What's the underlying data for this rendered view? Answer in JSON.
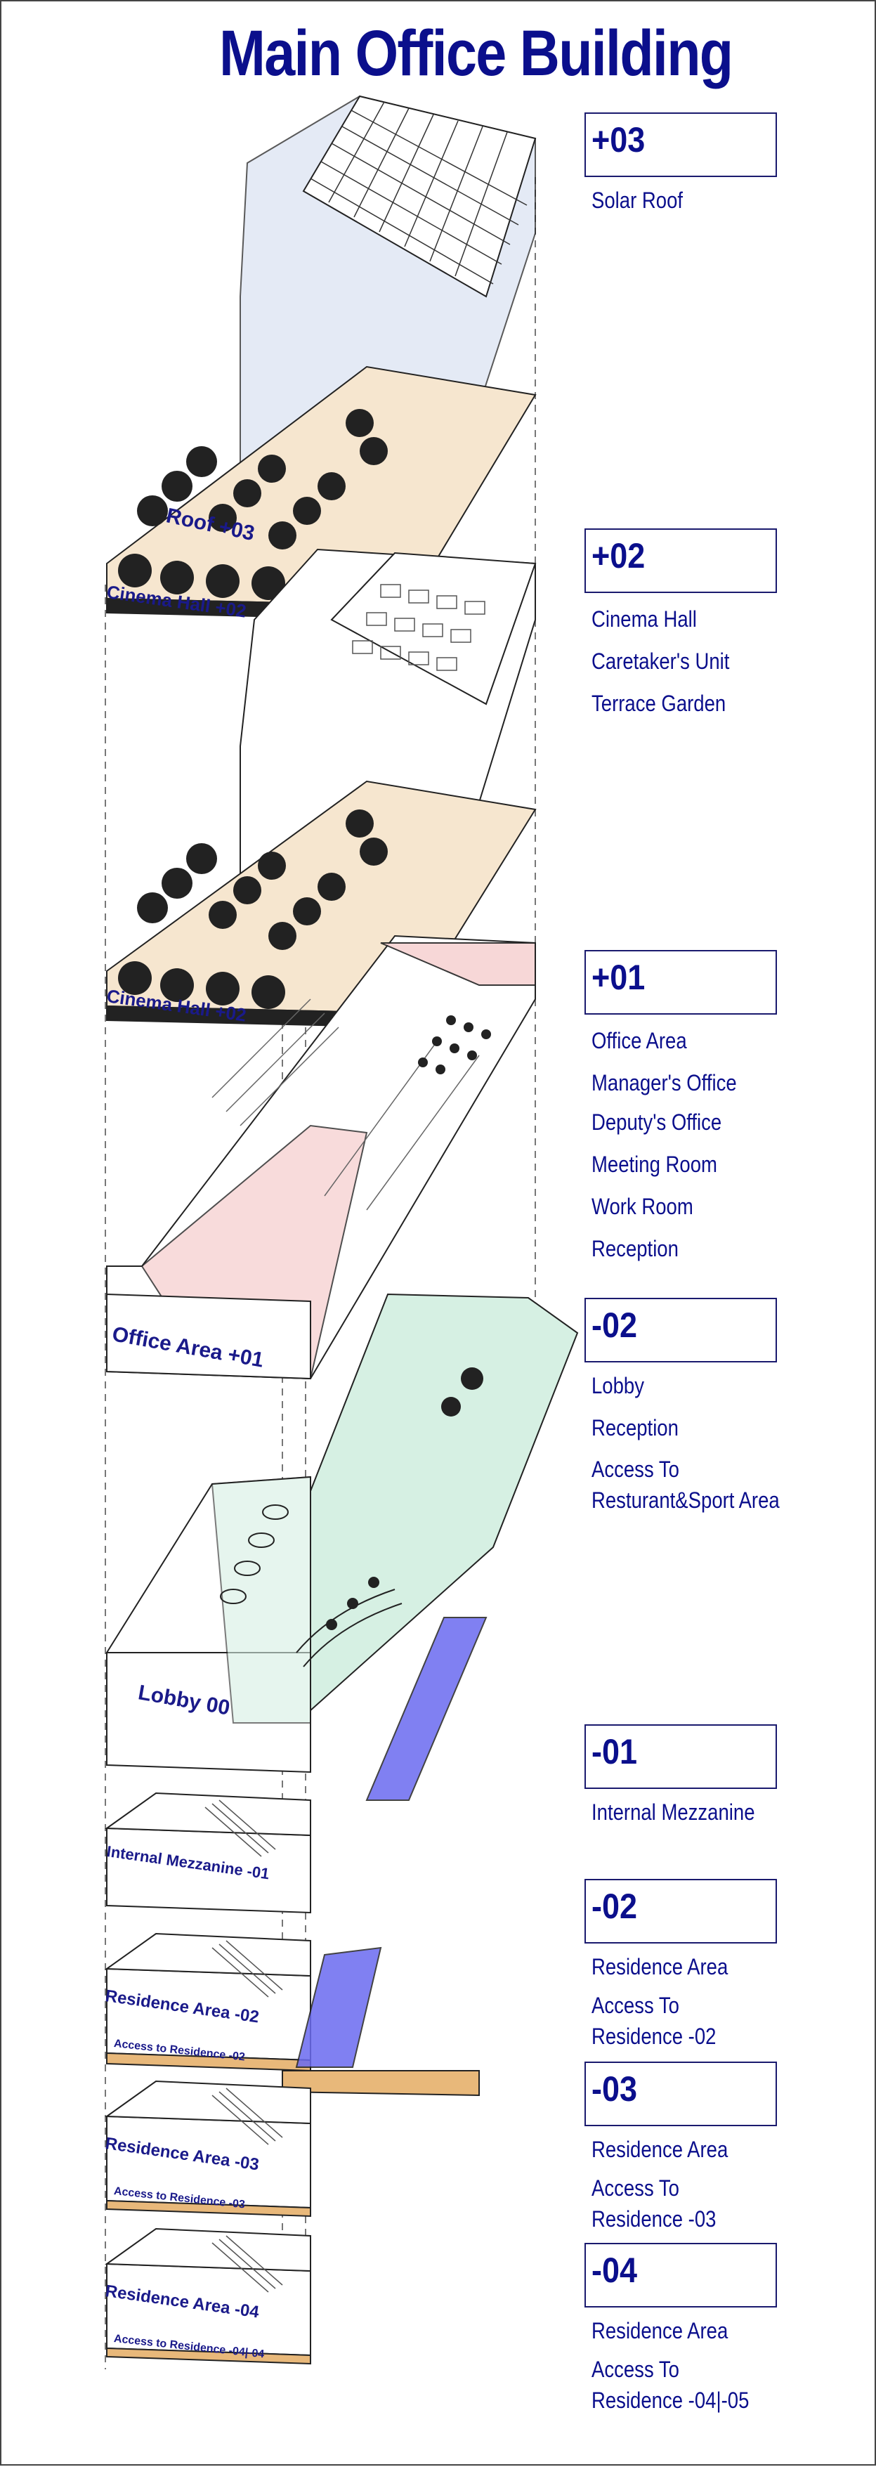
{
  "title": "Main Office Building",
  "levels": [
    {
      "code": "+03",
      "items": [
        "Solar Roof"
      ]
    },
    {
      "code": "+02",
      "items": [
        "Cinema Hall",
        "Caretaker's Unit",
        "Terrace Garden"
      ]
    },
    {
      "code": "+01",
      "items": [
        "Office Area",
        "Manager's Office",
        "Deputy's Office",
        "Meeting Room",
        "Work Room",
        "Reception"
      ]
    },
    {
      "code": "-02",
      "items": [
        "Lobby",
        "Reception",
        "Access To\nResturant&Sport Area"
      ]
    },
    {
      "code": "-01",
      "items": [
        "Internal Mezzanine"
      ]
    },
    {
      "code": "-02",
      "items": [
        "Residence Area",
        "Access To\nResidence -02"
      ]
    },
    {
      "code": "-03",
      "items": [
        "Residence Area",
        "Access To\nResidence -03"
      ]
    },
    {
      "code": "-04",
      "items": [
        "Residence Area",
        "Access To\nResidence -04|-05"
      ]
    }
  ],
  "plan_labels": {
    "roof": "Roof +03",
    "cinema_top": "Cinema Hall +02",
    "cinema_bottom": "Cinema Hall +02",
    "office": "Office Area +01",
    "lobby": "Lobby 00",
    "mezzanine": "Internal Mezzanine -01",
    "res02": "Residence Area -02",
    "res02_access": "Access to Residence -02",
    "res03": "Residence Area -03",
    "res03_access": "Access to Residence -03",
    "res04": "Residence Area -04",
    "res04_access": "Access to Residence -04|-04"
  },
  "colors": {
    "title": "#0b0f8c",
    "seat_dark": "#222222",
    "floor_beige": "#f6e6cf",
    "office_pink": "#f7d3d3",
    "lobby_green": "#d6f0e3",
    "ramp_blue": "#6a6af0",
    "wood": "#e8b87a",
    "glass": "#dce4f2"
  }
}
